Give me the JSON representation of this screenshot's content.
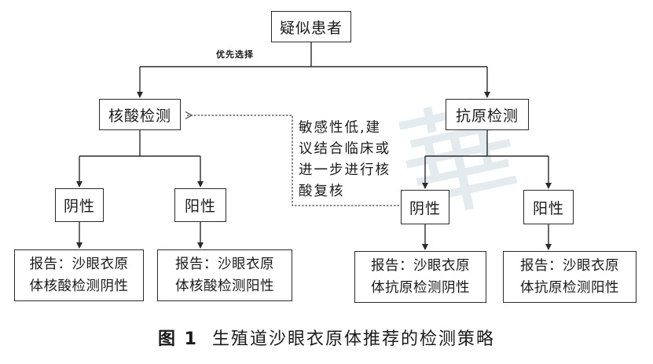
{
  "diagram": {
    "root": "疑似患者",
    "priority_label": "优先选择",
    "nucleic_test": "核酸检测",
    "antigen_test": "抗原检测",
    "nucleic_negative": "阴性",
    "nucleic_positive": "阳性",
    "antigen_negative": "阴性",
    "antigen_positive": "阳性",
    "note_lines": [
      "敏感性低,建",
      "议结合临床或",
      "进一步进行核",
      "酸复核"
    ],
    "report_nucleic_negative": [
      "报告：沙眼衣原",
      "体核酸检测阴性"
    ],
    "report_nucleic_positive": [
      "报告：沙眼衣原",
      "体核酸检测阳性"
    ],
    "report_antigen_negative": [
      "报告：沙眼衣原",
      "体抗原检测阴性"
    ],
    "report_antigen_positive": [
      "报告：沙眼衣原",
      "体抗原检测阳性"
    ]
  },
  "caption": {
    "label": "图 1",
    "text": "生殖道沙眼衣原体推荐的检测策略"
  },
  "colors": {
    "line": "#2b2b2b",
    "watermark": "#e4ebef"
  }
}
